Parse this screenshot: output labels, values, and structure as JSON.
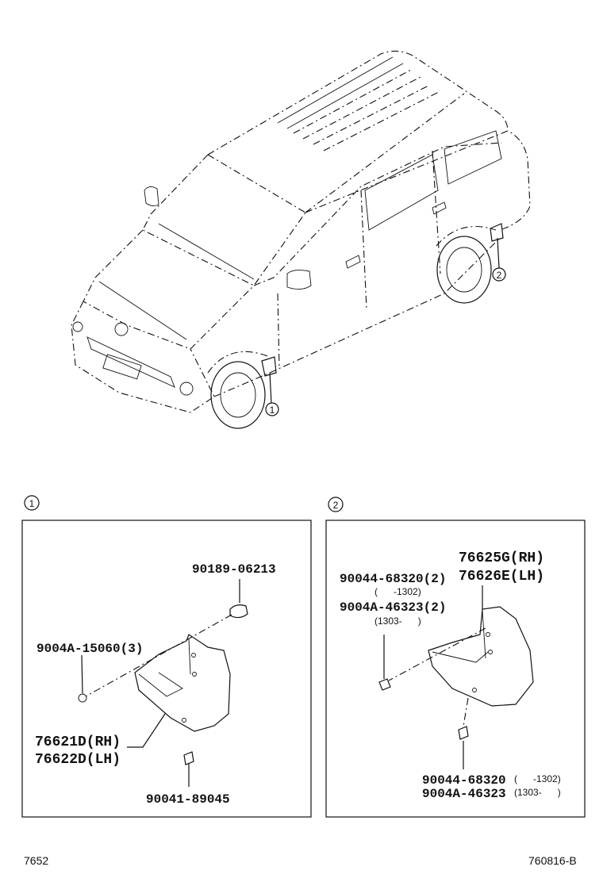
{
  "callouts": {
    "one": "1",
    "two": "2"
  },
  "panel1": {
    "header": "1",
    "parts": {
      "screw": "90189-06213",
      "clip": "9004A-15060(3)",
      "flap_rh": "76621D(RH)",
      "flap_lh": "76622D(LH)",
      "bolt": "90041-89045"
    }
  },
  "panel2": {
    "header": "2",
    "parts": {
      "flap_rh": "76625G(RH)",
      "flap_lh": "76626E(LH)",
      "screw_a": "90044-68320(2)",
      "screw_a_range": "(      -1302)",
      "screw_b": "9004A-46323(2)",
      "screw_b_range": "(1303-      )",
      "bottom_a": "90044-68320",
      "bottom_a_range": "(      -1302)",
      "bottom_b": "9004A-46323",
      "bottom_b_range": "(1303-      )"
    }
  },
  "footer": {
    "left": "7652",
    "right": "760816-B"
  }
}
